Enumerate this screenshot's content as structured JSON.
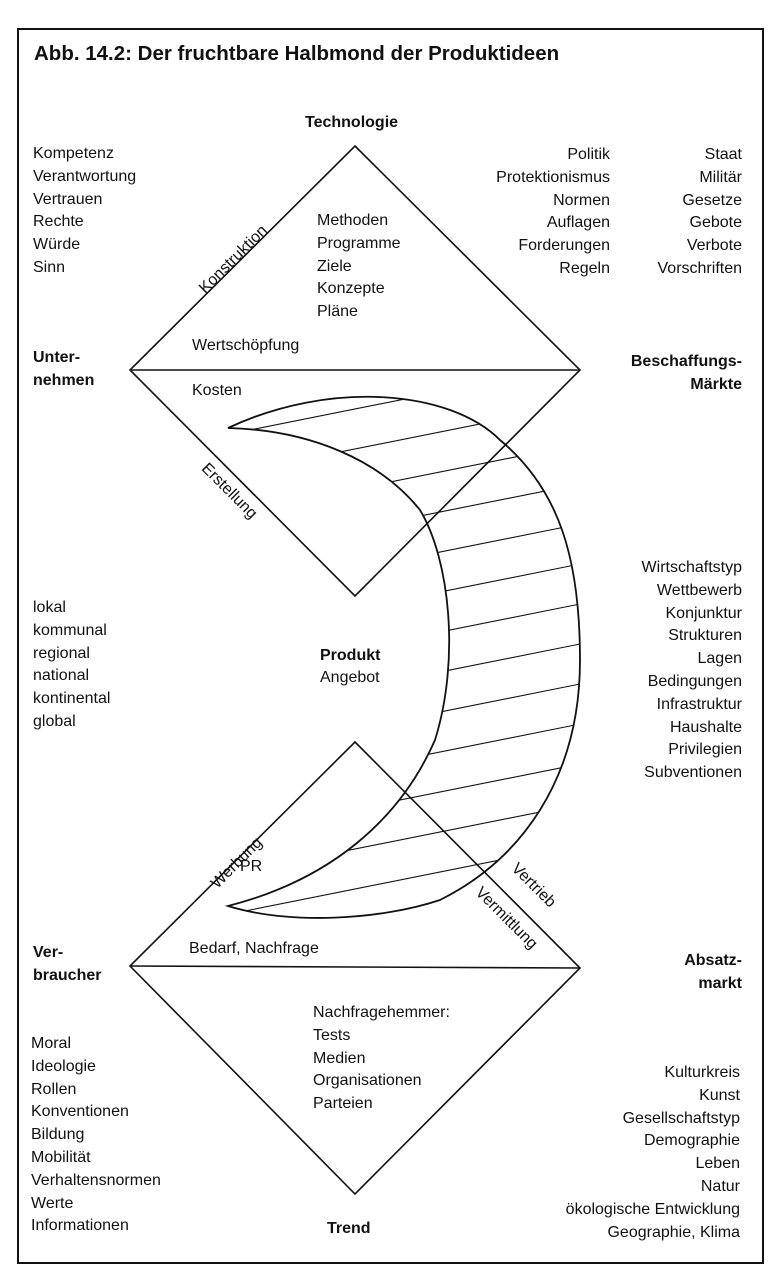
{
  "title": "Abb. 14.2: Der fruchtbare Halbmond der Produktideen",
  "corners": {
    "top": "Technologie",
    "left_top": [
      "Unter-",
      "nehmen"
    ],
    "right_top": [
      "Beschaffungs-",
      "Märkte"
    ],
    "left_bottom": [
      "Ver-",
      "braucher"
    ],
    "right_bottom": [
      "Absatz-",
      "markt"
    ],
    "bottom": "Trend"
  },
  "center": {
    "title": "Produkt",
    "subtitle": "Angebot"
  },
  "lists": {
    "top_left": [
      "Kompetenz",
      "Verantwortung",
      "Vertrauen",
      "Rechte",
      "Würde",
      "Sinn"
    ],
    "top_right_a": [
      "Politik",
      "Protektionismus",
      "Normen",
      "Auflagen",
      "Forderungen",
      "Regeln"
    ],
    "top_right_b": [
      "Staat",
      "Militär",
      "Gesetze",
      "Gebote",
      "Verbote",
      "Vorschriften"
    ],
    "top_diamond": [
      "Methoden",
      "Programme",
      "Ziele",
      "Konzepte",
      "Pläne"
    ],
    "middle_left": [
      "lokal",
      "kommunal",
      "regional",
      "national",
      "kontinental",
      "global"
    ],
    "middle_right": [
      "Wirtschaftstyp",
      "Wettbewerb",
      "Konjunktur",
      "Strukturen",
      "Lagen",
      "Bedingungen",
      "Infrastruktur",
      "Haushalte",
      "Privilegien",
      "Subventionen"
    ],
    "bottom_diamond": [
      "Nachfragehemmer:",
      "Tests",
      "Medien",
      "Organisationen",
      "Parteien"
    ],
    "bottom_left": [
      "Moral",
      "Ideologie",
      "Rollen",
      "Konventionen",
      "Bildung",
      "Mobilität",
      "Verhaltensnormen",
      "Werte",
      "Informationen"
    ],
    "bottom_right": [
      "Kulturkreis",
      "Kunst",
      "Gesellschaftstyp",
      "Demographie",
      "Leben",
      "Natur",
      "ökologische Entwicklung",
      "Geographie, Klima"
    ]
  },
  "diamond_labels": {
    "konstruktion": "Konstruktion",
    "wertschoepfung": "Wertschöpfung",
    "kosten": "Kosten",
    "erstellung": "Erstellung",
    "werbung": "Werbung",
    "pr": "PR",
    "bedarf": "Bedarf, Nachfrage",
    "vertrieb": "Vertrieb",
    "vermittlung": "Vermittlung"
  }
}
